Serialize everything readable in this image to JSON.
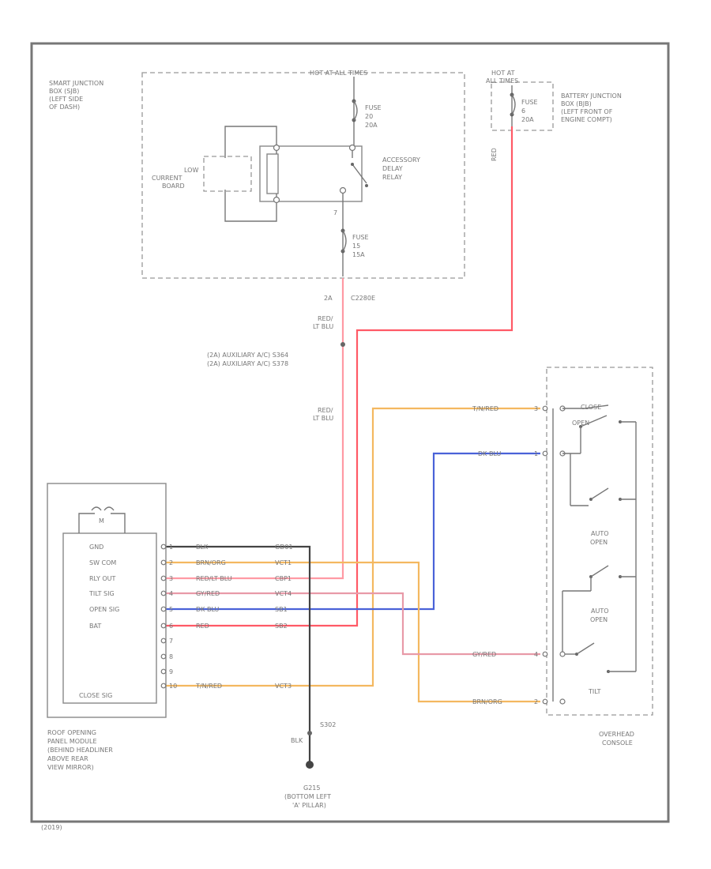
{
  "colors": {
    "red_lt_blu": "#ff9aa4",
    "red": "#ff5a66",
    "orange": "#f4b860",
    "blue": "#4a62d8",
    "black": "#444444",
    "pink": "#e89aa8"
  },
  "labels": {
    "sjb": [
      "SMART JUNCTION",
      "BOX (SJB)",
      "(LEFT SIDE",
      "OF DASH)"
    ],
    "hot_all_times_1": "HOT AT ALL TIMES",
    "fuse1": [
      "FUSE",
      "20",
      "20A"
    ],
    "low_current_board": [
      "LOW",
      "CURRENT",
      "BOARD"
    ],
    "acc_relay": [
      "ACCESSORY",
      "DELAY",
      "RELAY"
    ],
    "fuse2": [
      "FUSE",
      "15",
      "15A"
    ],
    "fuse2_pin": "7",
    "c_sjb": "2A",
    "c_sjb_num": "C2280E",
    "red_lt_blu_1": [
      "RED/",
      "LT BLU"
    ],
    "splice": [
      "(2A) AUXILIARY A/C) S364",
      "(2A) AUXILIARY A/C) S378"
    ],
    "red_lt_blu_2": [
      "RED/",
      "LT BLU"
    ],
    "hot_all_times_2": [
      "HOT AT",
      "ALL TIMES"
    ],
    "fuse3": [
      "FUSE",
      "6",
      "20A"
    ],
    "bjb": [
      "BATTERY JUNCTION",
      "BOX (BJB)",
      "(LEFT FRONT OF",
      "ENGINE COMPT)"
    ],
    "red_wire": "RED",
    "module_motor": "M",
    "module_pins": [
      "GND",
      "SW COM",
      "RLY OUT",
      "TILT SIG",
      "OPEN SIG",
      "BAT",
      "",
      "",
      "",
      "CLOSE SIG"
    ],
    "pin_numbers": [
      "1",
      "2",
      "3",
      "4",
      "5",
      "6",
      "7",
      "8",
      "9",
      "10"
    ],
    "wire_colors_left": [
      "BLK",
      "BRN/ORG",
      "RED/LT BLU",
      "GY/RED",
      "DK BLU",
      "RED",
      "",
      "",
      "",
      "T/N/RED"
    ],
    "circuits": [
      "GD01",
      "VCT1",
      "CBP1",
      "VCT4",
      "SB1",
      "SB2",
      "",
      "",
      "",
      "VCT3"
    ],
    "module_name": [
      "ROOF OPENING",
      "PANEL MODULE",
      "(BEHIND HEADLINER",
      "ABOVE REAR",
      "VIEW MIRROR)"
    ],
    "console_wires": [
      "T/N/RED",
      "DK BLU",
      "GY/RED",
      "BRN/ORG"
    ],
    "console_pins": [
      "3",
      "1",
      "4",
      "2"
    ],
    "console_close": "CLOSE",
    "console_open": "OPEN",
    "auto_open_1": [
      "AUTO",
      "OPEN"
    ],
    "auto_open_2": [
      "AUTO",
      "OPEN"
    ],
    "tilt": "TILT",
    "console_name": [
      "OVERHEAD",
      "CONSOLE"
    ],
    "gnd_splice": "S302",
    "blk": "BLK",
    "ground": [
      "G215",
      "(BOTTOM LEFT",
      "'A' PILLAR)"
    ],
    "footer": "(2019)"
  }
}
